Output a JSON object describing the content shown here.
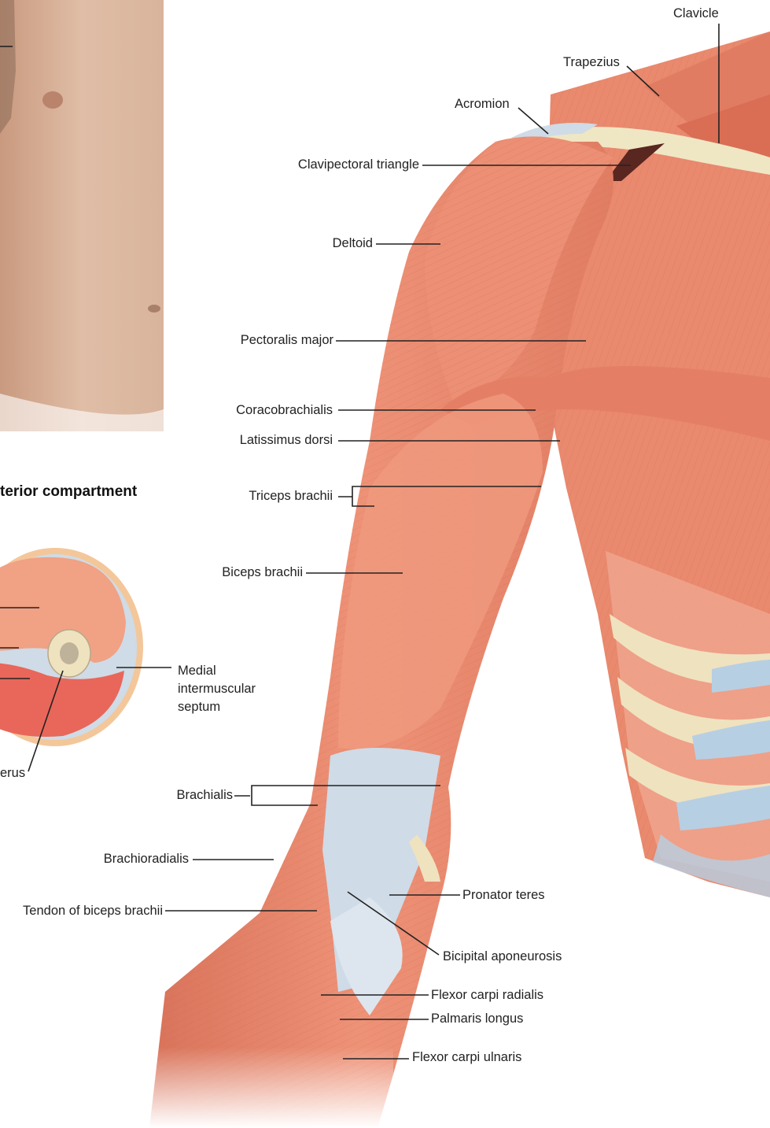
{
  "section_heading": "terior compartment",
  "colors": {
    "muscle": "#e98a6f",
    "muscle_dark": "#d46b52",
    "bone": "#efe6c4",
    "fascia": "#c9d8e6",
    "skin": "#d9b39a",
    "leader": "#222222"
  },
  "cross_section": {
    "medial_septum_lines": [
      "Medial",
      "intermuscular",
      "septum"
    ],
    "humerus_partial": "erus"
  },
  "labels": {
    "clavicle": "Clavicle",
    "trapezius": "Trapezius",
    "acromion": "Acromion",
    "clavipectoral_triangle": "Clavipectoral triangle",
    "deltoid": "Deltoid",
    "pectoralis_major": "Pectoralis major",
    "coracobrachialis": "Coracobrachialis",
    "latissimus_dorsi": "Latissimus dorsi",
    "triceps_brachii": "Triceps brachii",
    "biceps_brachii": "Biceps brachii",
    "brachialis": "Brachialis",
    "brachioradialis": "Brachioradialis",
    "tendon_biceps": "Tendon of biceps brachii",
    "pronator_teres": "Pronator teres",
    "bicipital_aponeurosis": "Bicipital aponeurosis",
    "flexor_carpi_radialis": "Flexor carpi radialis",
    "palmaris_longus": "Palmaris longus",
    "flexor_carpi_ulnaris": "Flexor carpi ulnaris"
  }
}
